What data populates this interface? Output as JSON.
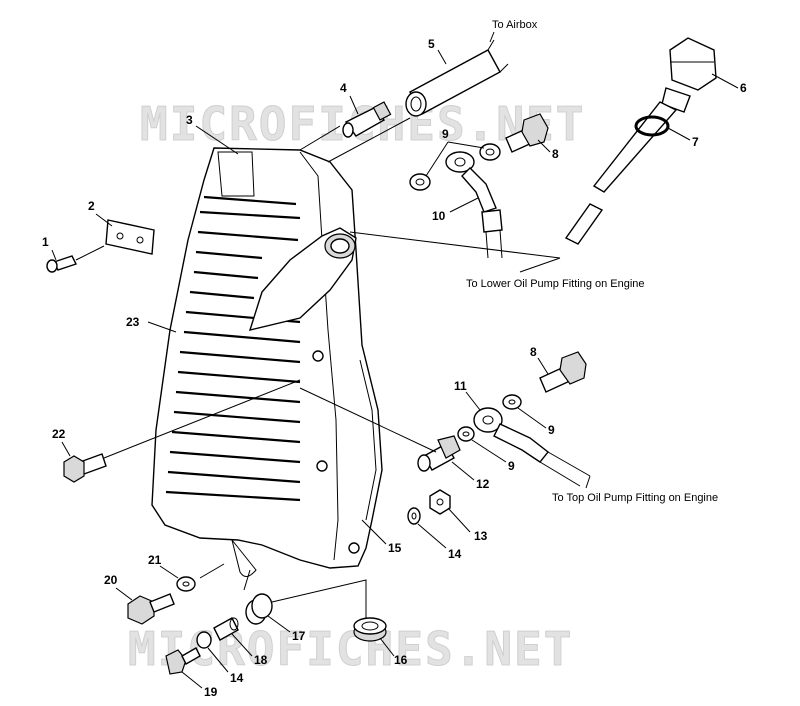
{
  "watermark": {
    "top": "MICROFICHES.NET",
    "bottom": "MICROFICHES.NET"
  },
  "captions": {
    "airbox": "To Airbox",
    "lower_pump": "To Lower Oil Pump Fitting on Engine",
    "top_pump": "To Top Oil Pump Fitting on Engine"
  },
  "callouts": {
    "c1": "1",
    "c2": "2",
    "c3": "3",
    "c4": "4",
    "c5": "5",
    "c6": "6",
    "c7": "7",
    "c8a": "8",
    "c8b": "8",
    "c9a": "9",
    "c9b": "9",
    "c9c": "9",
    "c10": "10",
    "c11": "11",
    "c12": "12",
    "c13": "13",
    "c14a": "14",
    "c14b": "14",
    "c15": "15",
    "c16": "16",
    "c17": "17",
    "c18": "18",
    "c19": "19",
    "c20": "20",
    "c21": "21",
    "c22": "22",
    "c23": "23"
  }
}
